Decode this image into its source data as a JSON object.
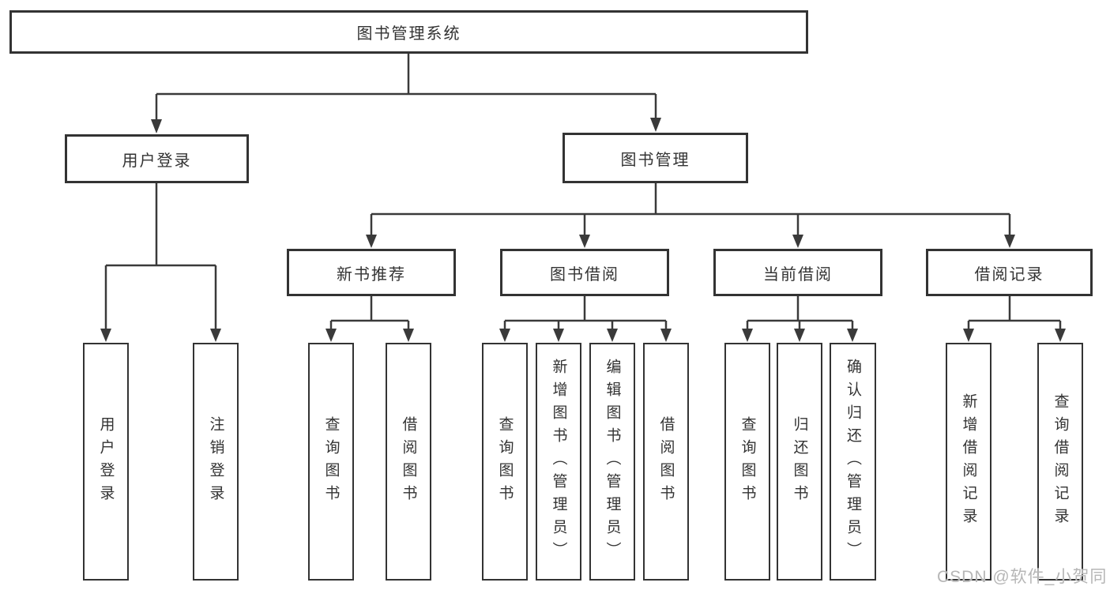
{
  "diagram": {
    "root": {
      "label": "图书管理系统"
    },
    "branches": [
      {
        "label": "用户登录",
        "children": [
          {
            "label": "用户登录"
          },
          {
            "label": "注销登录"
          }
        ]
      },
      {
        "label": "图书管理",
        "children": [
          {
            "label": "新书推荐",
            "children": [
              {
                "label": "查询图书"
              },
              {
                "label": "借阅图书"
              }
            ]
          },
          {
            "label": "图书借阅",
            "children": [
              {
                "label": "查询图书"
              },
              {
                "label": "新增图书（管理员）"
              },
              {
                "label": "编辑图书（管理员）"
              },
              {
                "label": "借阅图书"
              }
            ]
          },
          {
            "label": "当前借阅",
            "children": [
              {
                "label": "查询图书"
              },
              {
                "label": "归还图书"
              },
              {
                "label": "确认归还（管理员）"
              }
            ]
          },
          {
            "label": "借阅记录",
            "children": [
              {
                "label": "新增借阅记录"
              },
              {
                "label": "查询借阅记录"
              }
            ]
          }
        ]
      }
    ]
  },
  "watermark": {
    "text": "CSDN @软件_小贺同学"
  },
  "colors": {
    "line": "#3a3a3a",
    "box_border": "#333333",
    "text": "#333333",
    "watermark": "#b6b6b6",
    "background": "#ffffff"
  }
}
